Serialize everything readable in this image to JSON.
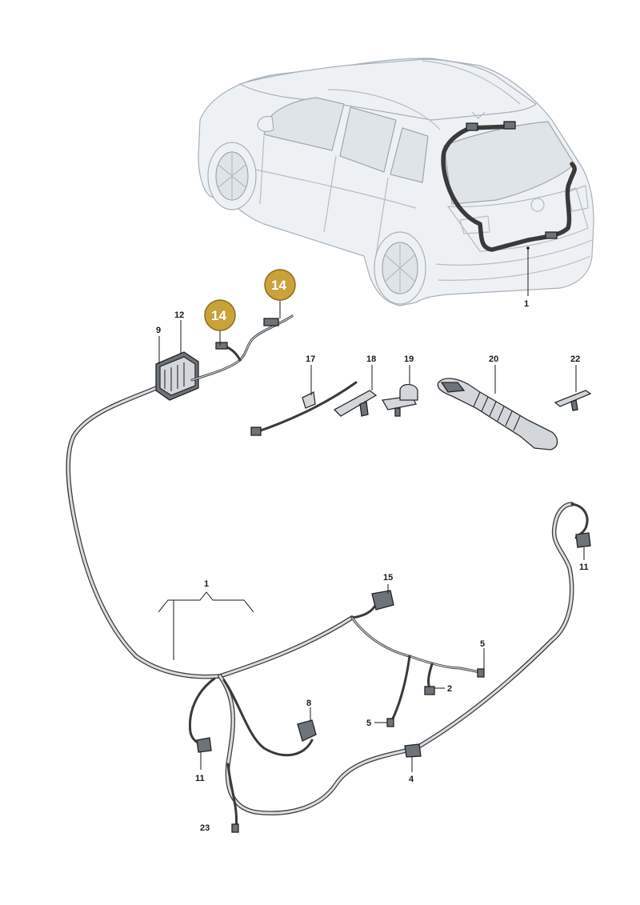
{
  "callouts": {
    "c1_car": "1",
    "c1_harness": "1",
    "c2": "2",
    "c4": "4",
    "c5_right": "5",
    "c5_left": "5",
    "c8": "8",
    "c9": "9",
    "c11_left": "11",
    "c11_right": "11",
    "c12": "12",
    "c15": "15",
    "c17": "17",
    "c18": "18",
    "c19": "19",
    "c20": "20",
    "c22": "22",
    "c23": "23"
  },
  "badges": {
    "b14_left": "14",
    "b14_right": "14"
  },
  "colors": {
    "badge_fill": "#c9a23a",
    "badge_stroke": "#8c6e1c",
    "harness": "#3a3a3a"
  }
}
